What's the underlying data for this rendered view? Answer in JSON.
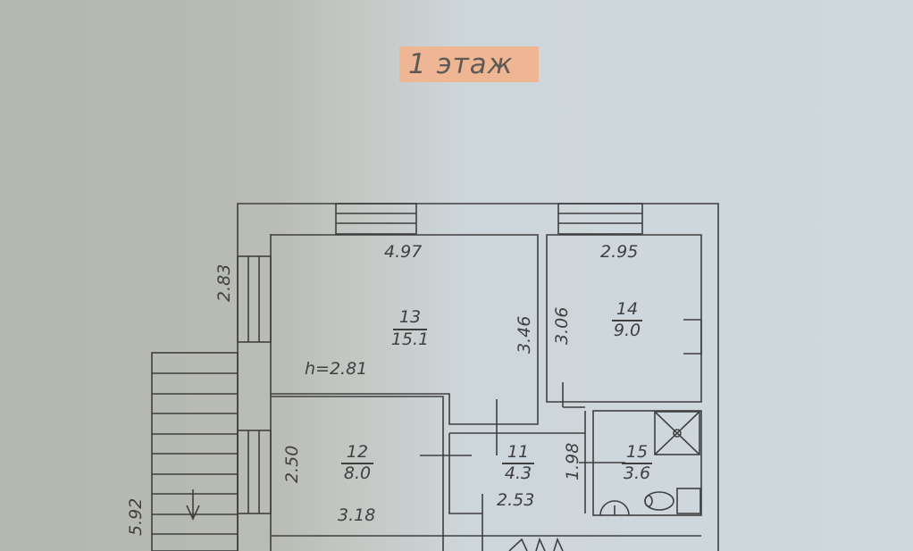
{
  "title": "1 этаж",
  "rooms": [
    {
      "number": "13",
      "area": "15.1"
    },
    {
      "number": "14",
      "area": "9.0"
    },
    {
      "number": "12",
      "area": "8.0"
    },
    {
      "number": "11",
      "area": "4.3"
    },
    {
      "number": "15",
      "area": "3.6"
    }
  ],
  "dimensions": {
    "room13_width": "4.97",
    "room13_depth": "3.46",
    "room13_height": "h=2.81",
    "room14_width": "2.95",
    "room14_depth": "3.06",
    "room12_width": "3.18",
    "room12_depth": "2.50",
    "room11_width": "2.53",
    "room11_depth": "1.98",
    "left_wall_upper": "2.83",
    "left_wall_total": "5.92"
  },
  "colors": {
    "line": "#3f3f40",
    "title_highlight": "#f2b48f"
  }
}
